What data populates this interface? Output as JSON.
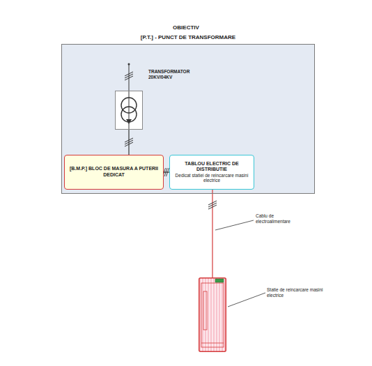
{
  "diagram": {
    "title": "OBIECTIV",
    "nodes": [
      {
        "text": [
          "[P.T.] - PUNCT DE TRANSFORMARE"
        ]
      },
      {
        "text": [
          "TRANSFORMATOR 20KV/04KV"
        ],
        "in": 0
      },
      {
        "text": [
          "[B.M.P.] BLOC DE MASURA A PUTERII DEDICAT"
        ],
        "in": 0
      },
      {
        "text": [
          "TABLOU ELECTRIC DE DISTRIBUTIE",
          "Dedicat statiei de reincarcare masini electrice"
        ],
        "in": 0
      },
      {
        "text": [
          "Statie de reincarcare masini electrice"
        ]
      }
    ],
    "edges": [
      {
        "from": 1,
        "to": 2,
        "arrow": "none"
      },
      {
        "from": 2,
        "to": 3,
        "arrow": "none"
      },
      {
        "from": 3,
        "to": 4,
        "arrow": "none"
      }
    ],
    "labels": [
      "Cablu de electroalimentare"
    ]
  }
}
